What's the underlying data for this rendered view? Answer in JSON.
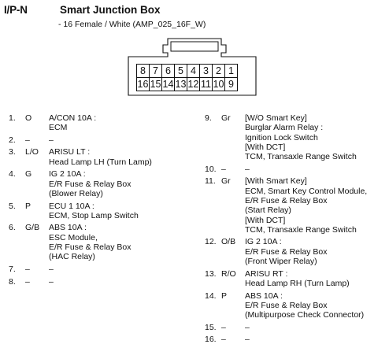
{
  "header": {
    "code": "I/P-N",
    "title": "Smart Junction Box",
    "subtitle": "- 16 Female / White (AMP_025_16F_W)"
  },
  "connector": {
    "top_row": [
      "8",
      "7",
      "6",
      "5",
      "4",
      "3",
      "2",
      "1"
    ],
    "bottom_row": [
      "16",
      "15",
      "14",
      "13",
      "12",
      "11",
      "10",
      "9"
    ]
  },
  "left_entries": [
    {
      "pin": "1.",
      "wire": "O",
      "lines": [
        "A/CON 10A :",
        "ECM"
      ]
    },
    {
      "pin": "2.",
      "wire": "–",
      "lines": [
        "–"
      ]
    },
    {
      "pin": "3.",
      "wire": "L/O",
      "lines": [
        "ARISU LT :",
        "Head Lamp LH (Turn Lamp)"
      ]
    },
    {
      "pin": "4.",
      "wire": "G",
      "lines": [
        "IG 2 10A :",
        "E/R Fuse & Relay Box",
        "(Blower Relay)"
      ]
    },
    {
      "pin": "5.",
      "wire": "P",
      "lines": [
        "ECU 1 10A :",
        "ECM, Stop Lamp Switch"
      ]
    },
    {
      "pin": "6.",
      "wire": "G/B",
      "lines": [
        "ABS 10A :",
        "ESC Module,",
        "E/R Fuse & Relay Box",
        "(HAC Relay)"
      ]
    },
    {
      "pin": "7.",
      "wire": "–",
      "lines": [
        "–"
      ]
    },
    {
      "pin": "8.",
      "wire": "–",
      "lines": [
        "–"
      ]
    }
  ],
  "right_entries": [
    {
      "pin": "9.",
      "wire": "Gr",
      "lines": [
        "[W/O Smart Key]",
        "Burglar Alarm Relay :",
        "Ignition Lock Switch",
        "[With DCT]",
        "TCM, Transaxle Range Switch"
      ]
    },
    {
      "pin": "10.",
      "wire": "–",
      "lines": [
        "–"
      ]
    },
    {
      "pin": "11.",
      "wire": "Gr",
      "lines": [
        "[With Smart Key]",
        "ECM, Smart Key Control Module,",
        "E/R Fuse & Relay Box",
        "(Start Relay)",
        "[With DCT]",
        "TCM, Transaxle Range Switch"
      ]
    },
    {
      "pin": "12.",
      "wire": "O/B",
      "lines": [
        "IG 2 10A :",
        "E/R Fuse & Relay Box",
        "(Front Wiper Relay)"
      ]
    },
    {
      "pin": "13.",
      "wire": "R/O",
      "lines": [
        "ARISU RT :",
        "Head Lamp RH (Turn Lamp)"
      ]
    },
    {
      "pin": "14.",
      "wire": "P",
      "lines": [
        "ABS 10A :",
        "E/R Fuse & Relay Box",
        "(Multipurpose Check Connector)"
      ]
    },
    {
      "pin": "15.",
      "wire": "–",
      "lines": [
        "–"
      ]
    },
    {
      "pin": "16.",
      "wire": "–",
      "lines": [
        "–"
      ]
    }
  ]
}
